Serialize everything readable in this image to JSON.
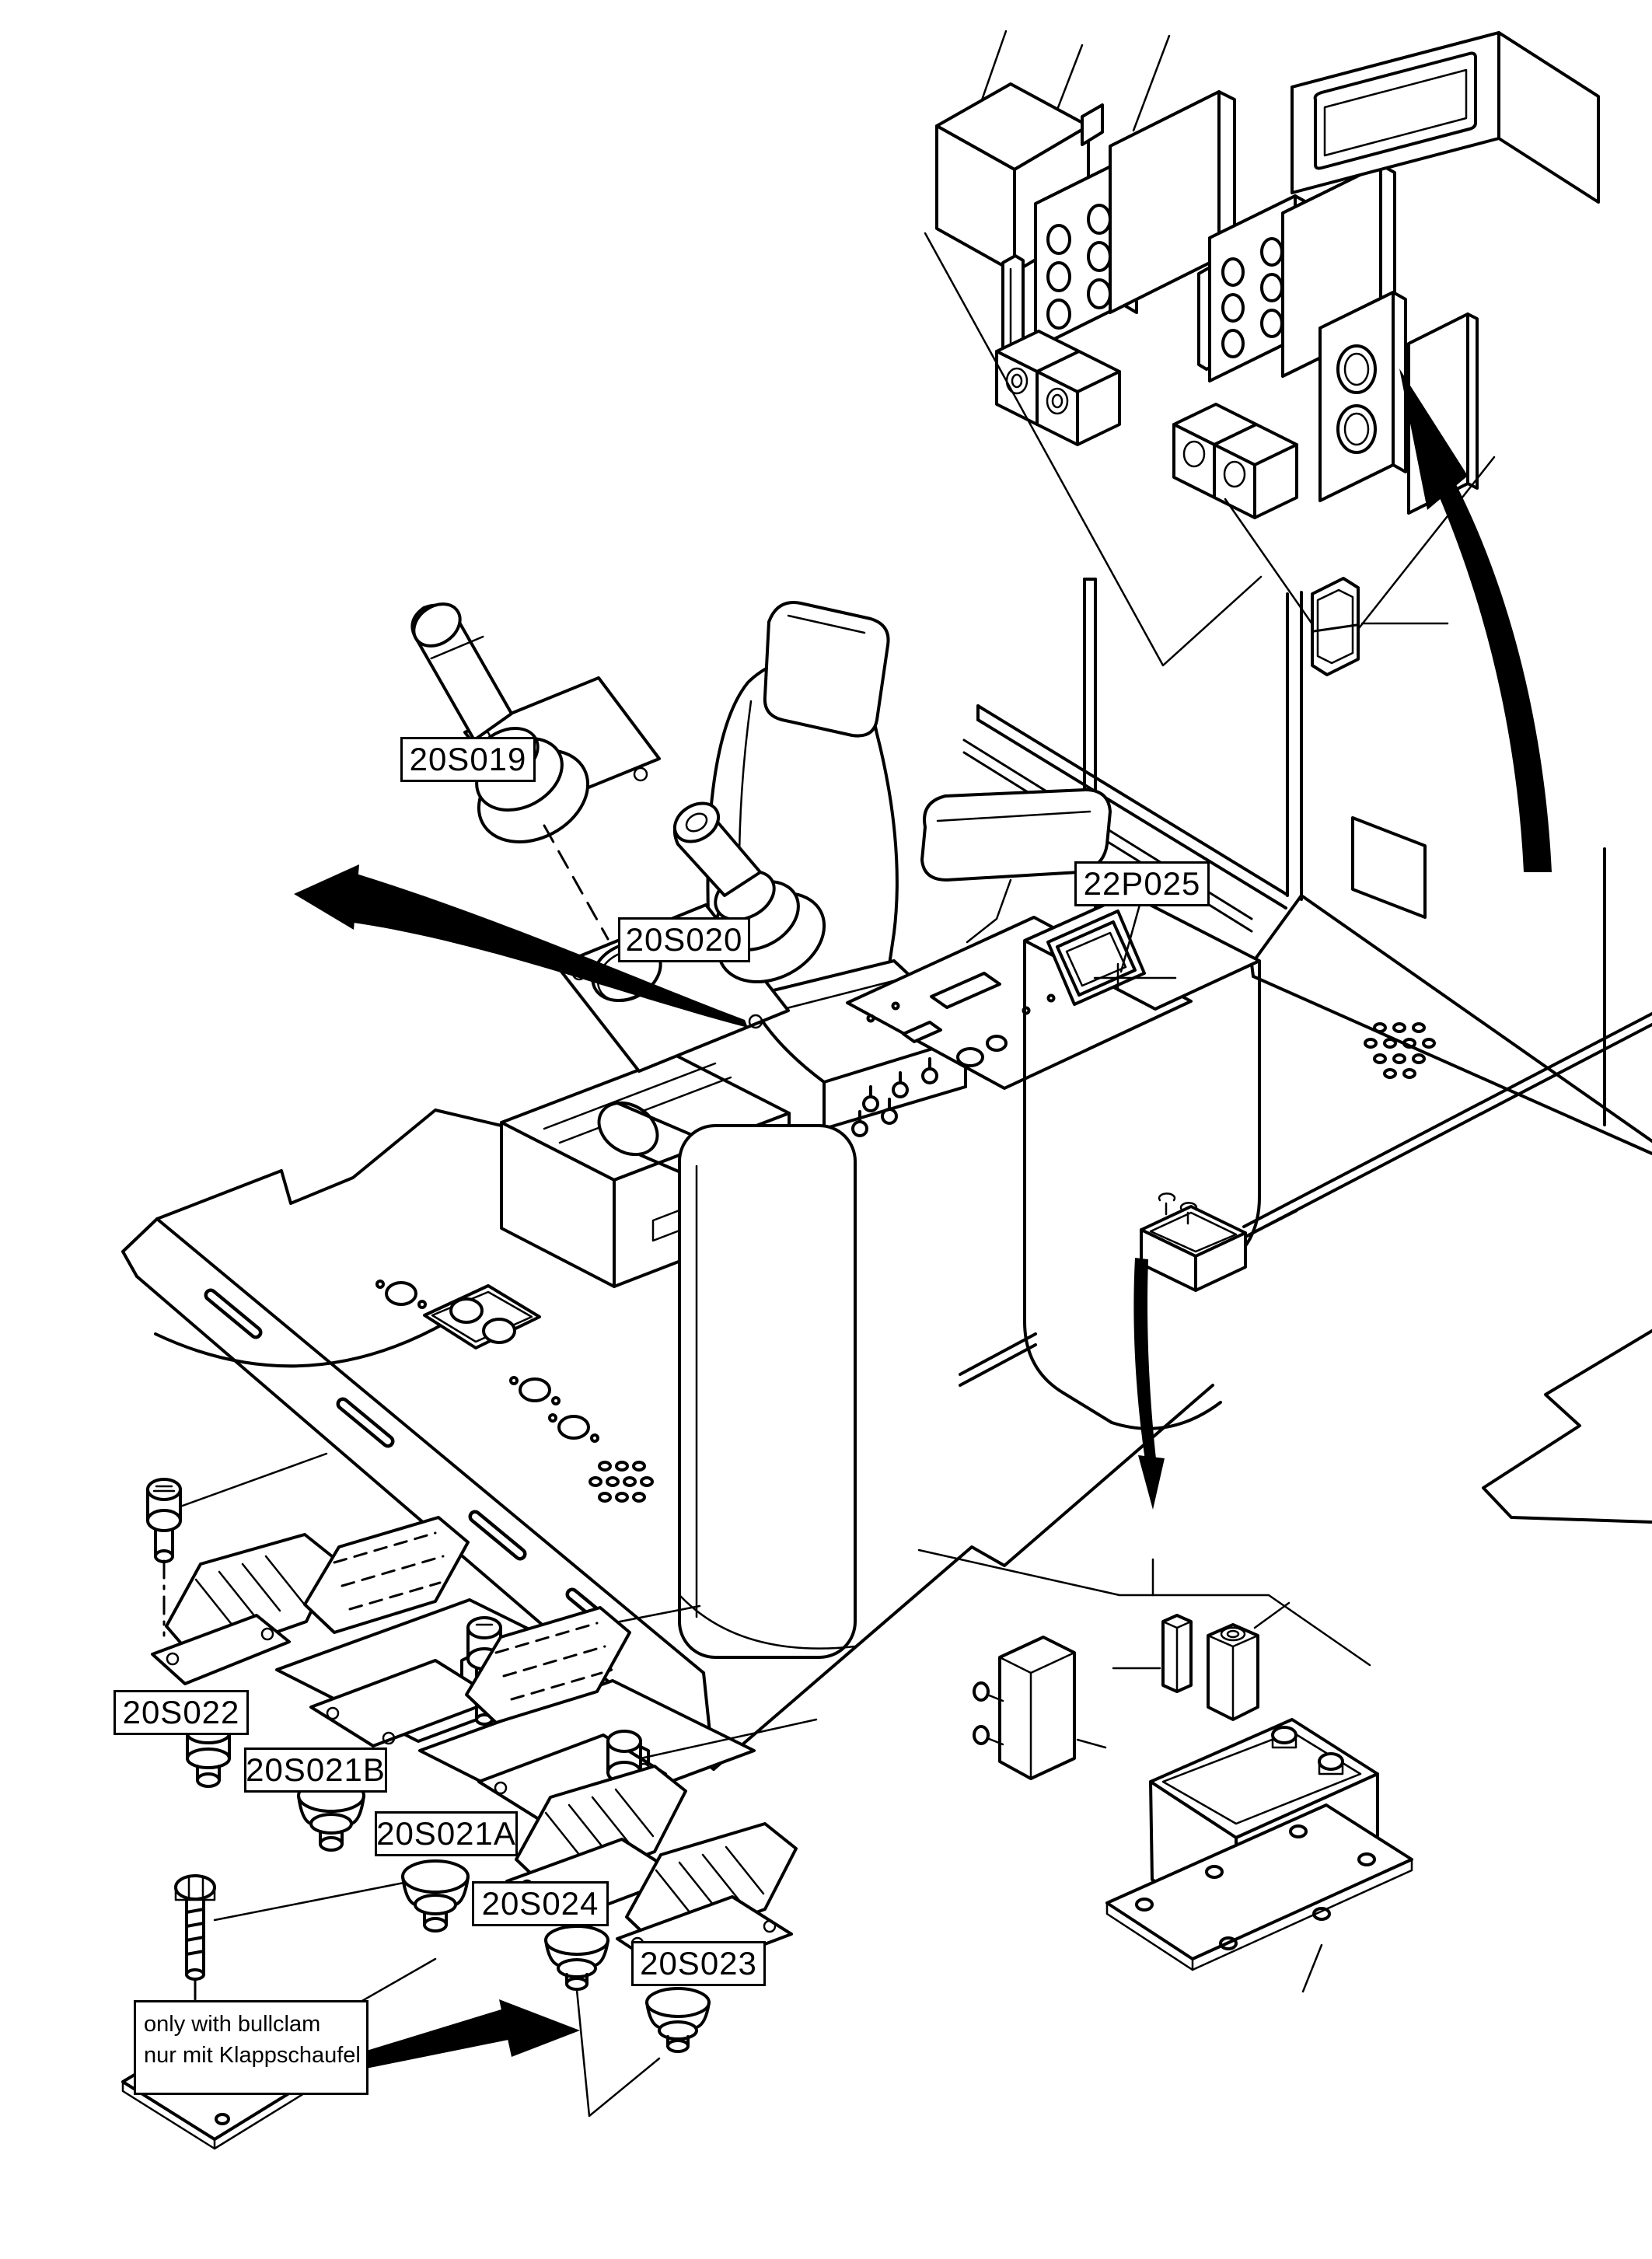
{
  "figure": {
    "kind": "exploded-parts-diagram",
    "subject": "operator seat and control console with joysticks, pedal valves, switch panel and connector housings",
    "ink_color": "#000000",
    "background_color": "#ffffff"
  },
  "labels": {
    "s019": {
      "text": "20S019"
    },
    "s020": {
      "text": "20S020"
    },
    "p025": {
      "text": "22P025"
    },
    "s022": {
      "text": "20S022"
    },
    "s021b": {
      "text": "20S021B"
    },
    "s021a": {
      "text": "20S021A"
    },
    "s024": {
      "text": "20S024"
    },
    "s023": {
      "text": "20S023"
    }
  },
  "note": {
    "line1": "only with bullclam",
    "line2": "nur mit Klappschaufel"
  }
}
